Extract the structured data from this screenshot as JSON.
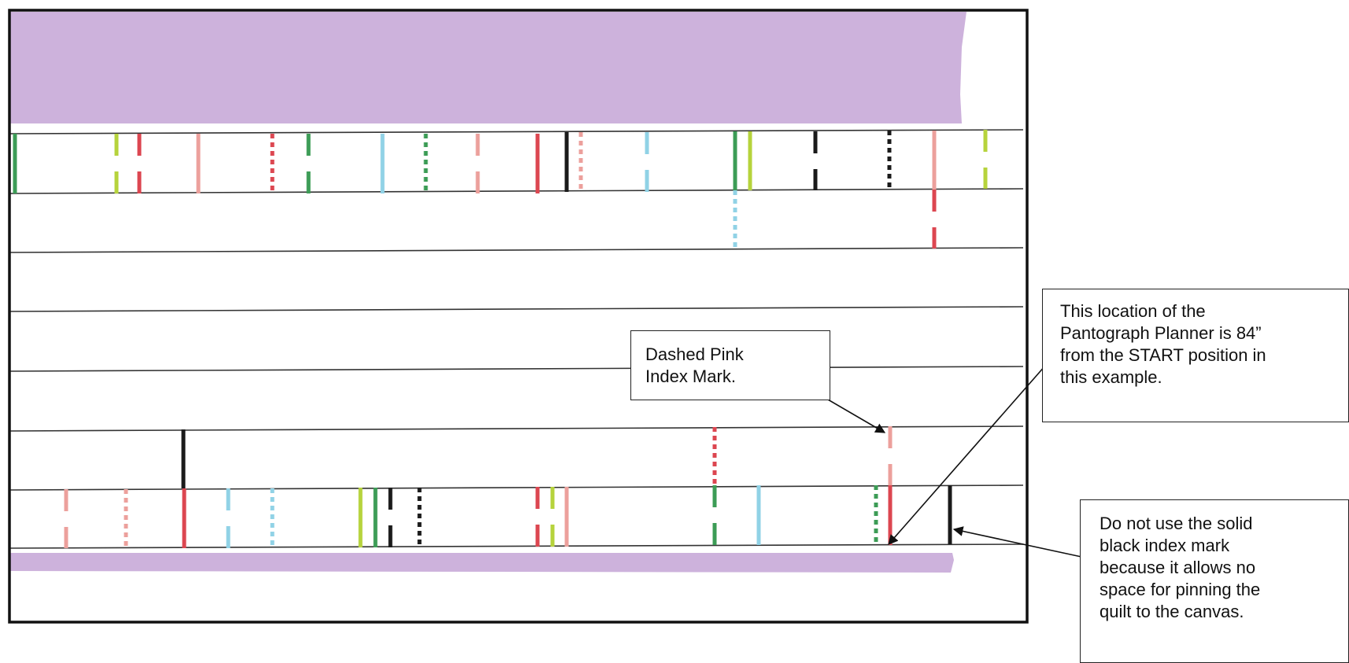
{
  "callouts": {
    "dashed_pink": "Dashed Pink\nIndex Mark.",
    "location": "This location of the\nPantograph Planner is 84”\nfrom the START position in\nthis example.",
    "solid_black": "Do not use the solid\nblack index mark\nbecause it allows no\nspace for pinning the\nquilt to the canvas."
  },
  "colors": {
    "fabric_lavender": "#cdb2dc",
    "frame": "#111111",
    "grid_line": "#333333",
    "green": "#3c9c56",
    "lime": "#b6d33c",
    "red": "#dc4650",
    "pink": "#eca09c",
    "light_blue": "#90d2e6",
    "black": "#1a1a1a"
  }
}
